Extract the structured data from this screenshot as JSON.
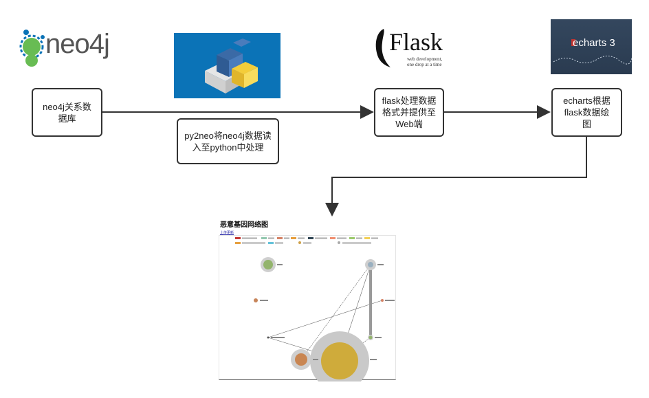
{
  "logos": {
    "neo4j": "neo4j",
    "flask_word": "Flask",
    "flask_tag1": "web development,",
    "flask_tag2": "one drop at a time",
    "echarts": "echarts 3"
  },
  "nodes": {
    "neo4j_db": "neo4j关系数据库",
    "py2neo": "py2neo将neo4j数据读入至python中处理",
    "flask": "flask处理数据格式并提供至Web端",
    "echarts": "echarts根据flask数据绘图"
  },
  "screenshot": {
    "title": "恶意基因网络图",
    "link": "上传更新"
  },
  "colors": {
    "accent_blue": "#0b73b7",
    "neo4j_green": "#68bc53",
    "echarts_bg": "#2c3e55",
    "echarts_red": "#c23531"
  }
}
